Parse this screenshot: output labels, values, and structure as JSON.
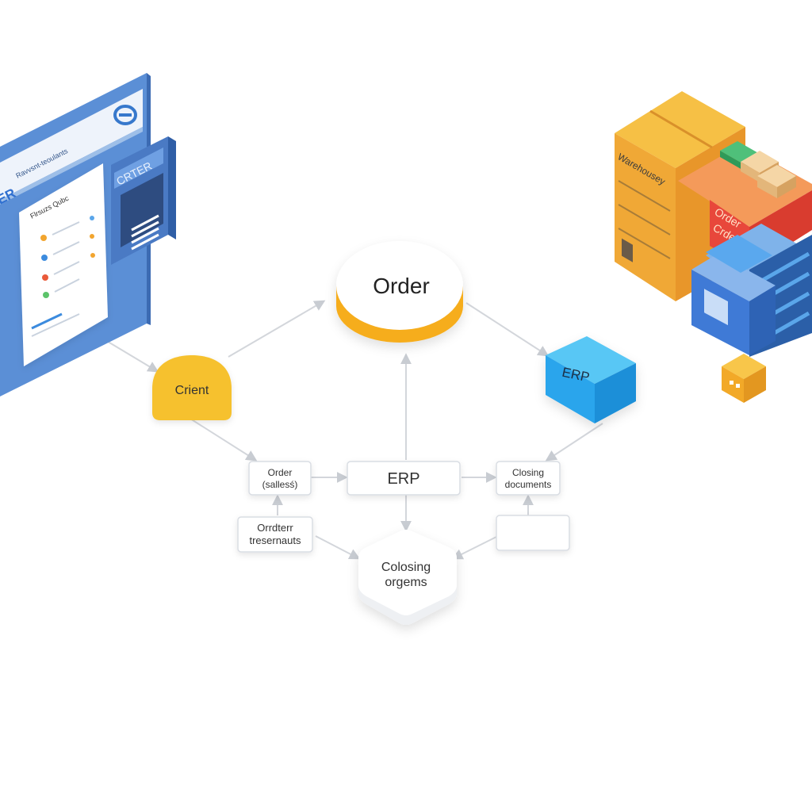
{
  "colors": {
    "background": "#ffffff",
    "order_top": "#ffffff",
    "order_side": "#f6ad1d",
    "client": "#f6c12e",
    "erp_cube_top": "#59c7f5",
    "erp_cube_front": "#2aa5ec",
    "node_border": "#d9dde3",
    "connector": "#d3d6db",
    "app_blue": "#5b8fd6",
    "warehouse_orange": "#f2a52f",
    "warehouse_red": "#ea5a3a",
    "warehouse_blue": "#3f7ad6",
    "small_box": "#f6b51e"
  },
  "nodes": {
    "order_main": "Order",
    "client": "Crient",
    "erp_cube": "ERP",
    "order_sales_line1": "Order",
    "order_sales_line2": "(sallesś)",
    "erp_center": "ERP",
    "closing_docs_line1": "Closing",
    "closing_docs_line2": "documents",
    "order_reserve_line1": "Orrdterr",
    "order_reserve_line2": "tresernauts",
    "closing_orgems_line1": "Colosing",
    "closing_orgems_line2": "orgems",
    "blank_node": ""
  },
  "app_window": {
    "header_text": "Ravvsnt-teoulants",
    "badge_text": "CRTER",
    "left_badge": "ER",
    "panel_title": "Flrsuzs Qubc",
    "icon": "link-icon"
  },
  "warehouse": {
    "label": "Warehousey",
    "sign_line1": "Order",
    "sign_line2": "Crder"
  }
}
